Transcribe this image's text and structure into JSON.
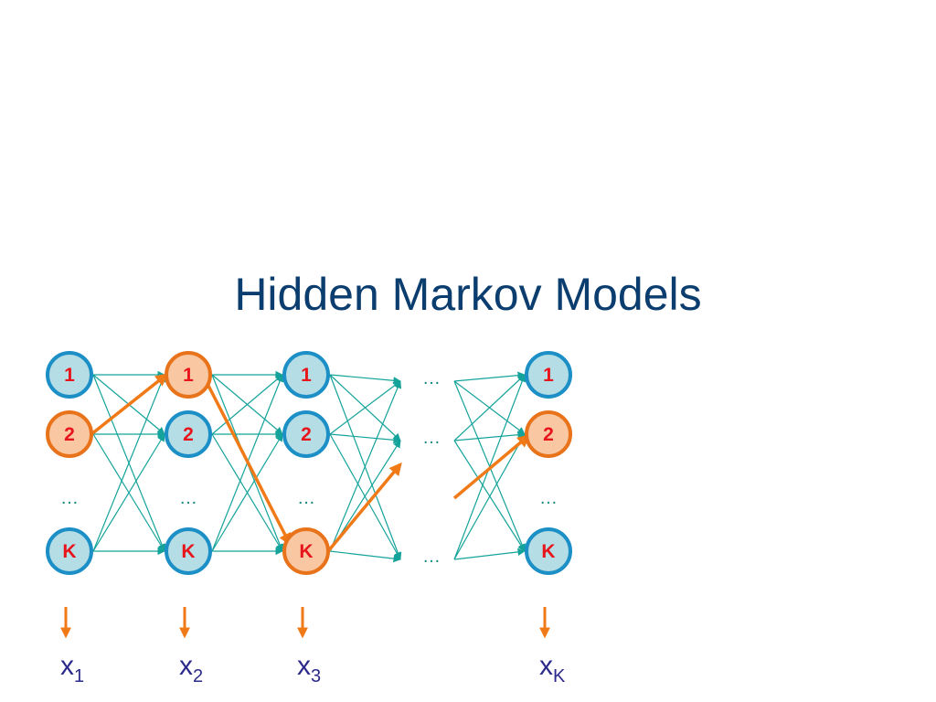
{
  "title": "Hidden Markov Models",
  "colors": {
    "title": "#0b3d6e",
    "node_stroke": "#1b8fc6",
    "node_fill": "#b5dde5",
    "highlight_stroke": "#e8731b",
    "highlight_fill": "#f9c8a3",
    "node_label": "#e8141b",
    "transition_arrow": "#14a39a",
    "path_arrow": "#f07a18",
    "observation_text": "#2b2a8a"
  },
  "columns": [
    {
      "nodes": [
        {
          "label": "1",
          "highlighted": false
        },
        {
          "label": "2",
          "highlighted": true
        },
        {
          "label": "…",
          "ellipsis": true
        },
        {
          "label": "K",
          "highlighted": false
        }
      ],
      "observation": {
        "symbol": "x",
        "sub": "1"
      }
    },
    {
      "nodes": [
        {
          "label": "1",
          "highlighted": true
        },
        {
          "label": "2",
          "highlighted": false
        },
        {
          "label": "…",
          "ellipsis": true
        },
        {
          "label": "K",
          "highlighted": false
        }
      ],
      "observation": {
        "symbol": "x",
        "sub": "2"
      }
    },
    {
      "nodes": [
        {
          "label": "1",
          "highlighted": false
        },
        {
          "label": "2",
          "highlighted": false
        },
        {
          "label": "…",
          "ellipsis": true
        },
        {
          "label": "K",
          "highlighted": true
        }
      ],
      "observation": {
        "symbol": "x",
        "sub": "3"
      }
    },
    {
      "dots": [
        "…",
        "…",
        "…"
      ]
    },
    {
      "nodes": [
        {
          "label": "1",
          "highlighted": false
        },
        {
          "label": "2",
          "highlighted": true
        },
        {
          "label": "…",
          "ellipsis": true
        },
        {
          "label": "K",
          "highlighted": false
        }
      ],
      "observation": {
        "symbol": "x",
        "sub": "K"
      }
    }
  ],
  "highlighted_path": [
    "2",
    "1",
    "K",
    "…",
    "2"
  ]
}
